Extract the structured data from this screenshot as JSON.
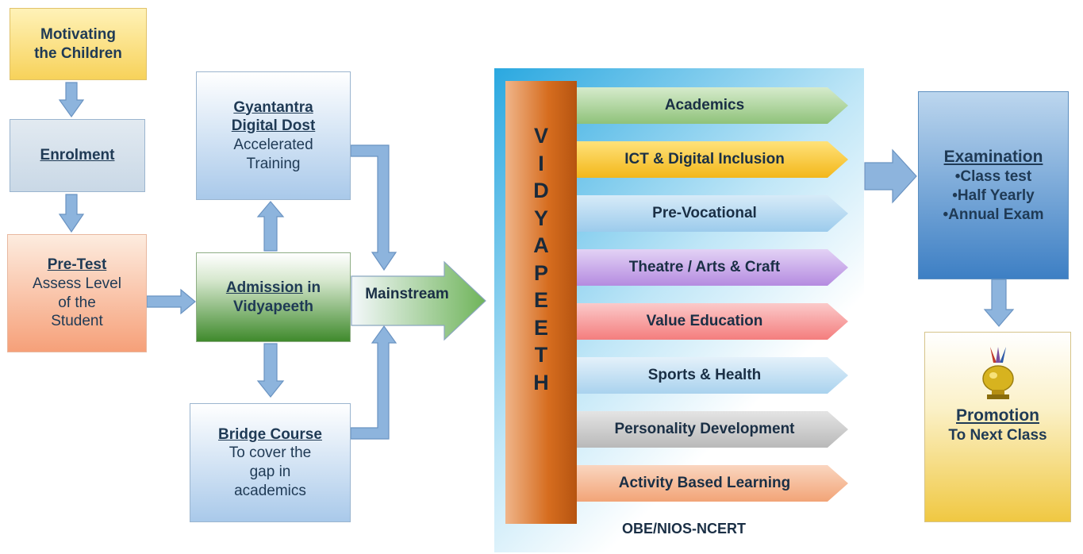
{
  "nodes": {
    "motivating": {
      "line1": "Motivating",
      "line2": "the Children"
    },
    "enrolment": {
      "title": "Enrolment"
    },
    "pretest": {
      "title": "Pre-Test",
      "line1": "Assess Level",
      "line2": "of the",
      "line3": "Student"
    },
    "gyantantra": {
      "title1": "Gyantantra",
      "title2": "Digital Dost",
      "line1": "Accelerated",
      "line2": "Training"
    },
    "admission": {
      "title": "Admission",
      "title_suffix": " in",
      "line2": "Vidyapeeth"
    },
    "bridge": {
      "title": "Bridge Course",
      "line1": "To cover the",
      "line2": "gap in",
      "line3": "academics"
    },
    "mainstream": {
      "label": "Mainstream"
    },
    "examination": {
      "title": "Examination",
      "items": [
        "•Class test",
        "•Half Yearly",
        "•Annual Exam"
      ]
    },
    "promotion": {
      "title": "Promotion",
      "line1": "To Next Class"
    }
  },
  "vidyapeeth": {
    "letters": [
      "V",
      "I",
      "D",
      "Y",
      "A",
      "P",
      "E",
      "E",
      "T",
      "H"
    ],
    "footer": "OBE/NIOS-NCERT",
    "streams": [
      {
        "label": "Academics",
        "color": "#8fc27a"
      },
      {
        "label": "ICT & Digital Inclusion",
        "color": "#f3b71a"
      },
      {
        "label": "Pre-Vocational",
        "color": "#9ccbec"
      },
      {
        "label": "Theatre / Arts & Craft",
        "color": "#b58be0"
      },
      {
        "label": "Value Education",
        "color": "#f47d7d"
      },
      {
        "label": "Sports & Health",
        "color": "#a9d2ee"
      },
      {
        "label": "Personality Development",
        "color": "#b9b9b9"
      },
      {
        "label": "Activity Based Learning",
        "color": "#f2a477"
      }
    ]
  },
  "colors": {
    "arrow": "#8db4dd",
    "arrow_stroke": "#6a93c2"
  }
}
